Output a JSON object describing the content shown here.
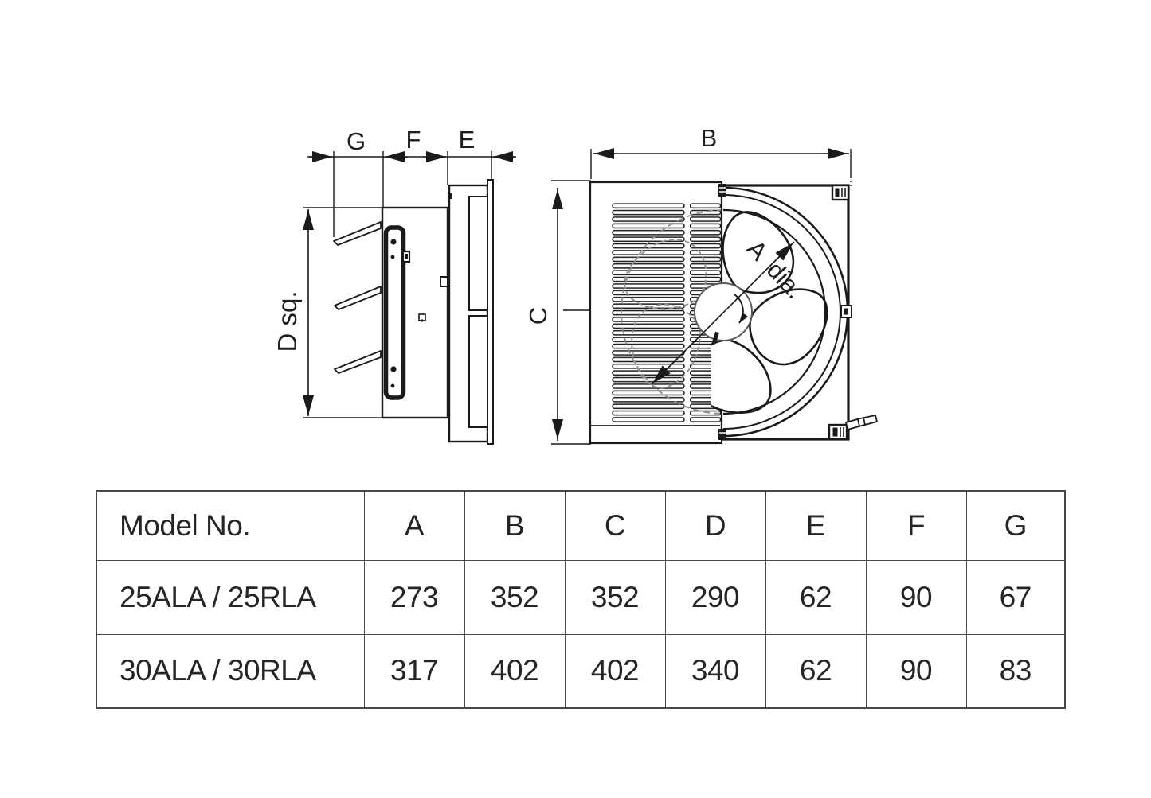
{
  "diagram": {
    "side_view": {
      "dim_g": "G",
      "dim_f": "F",
      "dim_e": "E",
      "dim_d_sq": "D sq."
    },
    "front_view": {
      "dim_b": "B",
      "dim_c": "C",
      "dim_a": "A dia."
    }
  },
  "table": {
    "headers": [
      "Model No.",
      "A",
      "B",
      "C",
      "D",
      "E",
      "F",
      "G"
    ],
    "rows": [
      {
        "model": "25ALA / 25RLA",
        "values": [
          "273",
          "352",
          "352",
          "290",
          "62",
          "90",
          "67"
        ]
      },
      {
        "model": "30ALA / 30RLA",
        "values": [
          "317",
          "402",
          "402",
          "340",
          "62",
          "90",
          "83"
        ]
      }
    ]
  },
  "colors": {
    "line": "#1b191a",
    "hidden_line": "#8f8f8f",
    "table_border": "#4a4748",
    "text": "#232122",
    "background": "#ffffff"
  }
}
